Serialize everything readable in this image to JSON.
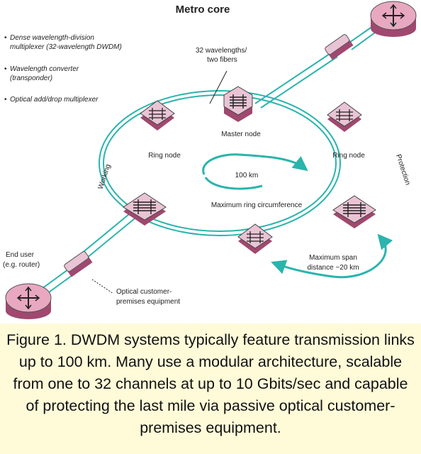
{
  "title": "Metro core",
  "legend": [
    {
      "icon": "dwdm-multiplexer-icon",
      "lines": [
        "Dense wavelength-division",
        "multiplexer (32-wavelength DWDM)"
      ]
    },
    {
      "icon": "transponder-icon",
      "lines": [
        "Wavelength converter",
        "(transponder)"
      ]
    },
    {
      "icon": "oadm-icon",
      "lines": [
        "Optical add/drop multiplexer"
      ]
    }
  ],
  "labels": {
    "wavelengths_line1": "32 wavelengths/",
    "wavelengths_line2": "two fibers",
    "master_node": "Master node",
    "ring_node_left": "Ring node",
    "ring_node_right": "Ring node",
    "distance": "100 km",
    "max_ring": "Maximum ring circumference",
    "working": "Working",
    "protection": "Protection",
    "max_span_line1": "Maximum span",
    "max_span_line2": "distance ~20 km",
    "end_user_line1": "End user",
    "end_user_line2": "(e.g. router)",
    "ocpe_line1": "Optical customer-",
    "ocpe_line2": "premises equipment"
  },
  "caption": "Figure 1. DWDM systems typically feature transmission links up to 100 km. Many use a modular architecture, scalable from one to 32 channels at up to 10 Gbits/sec and capable of protecting the last mile via passive optical customer-premises equipment.",
  "colors": {
    "ring": "#2ab4ad",
    "node_fill": "#a0486f",
    "node_top": "#e9c4d4",
    "router_fill": "#e8a8c0",
    "caption_bg": "#fffbd9"
  }
}
